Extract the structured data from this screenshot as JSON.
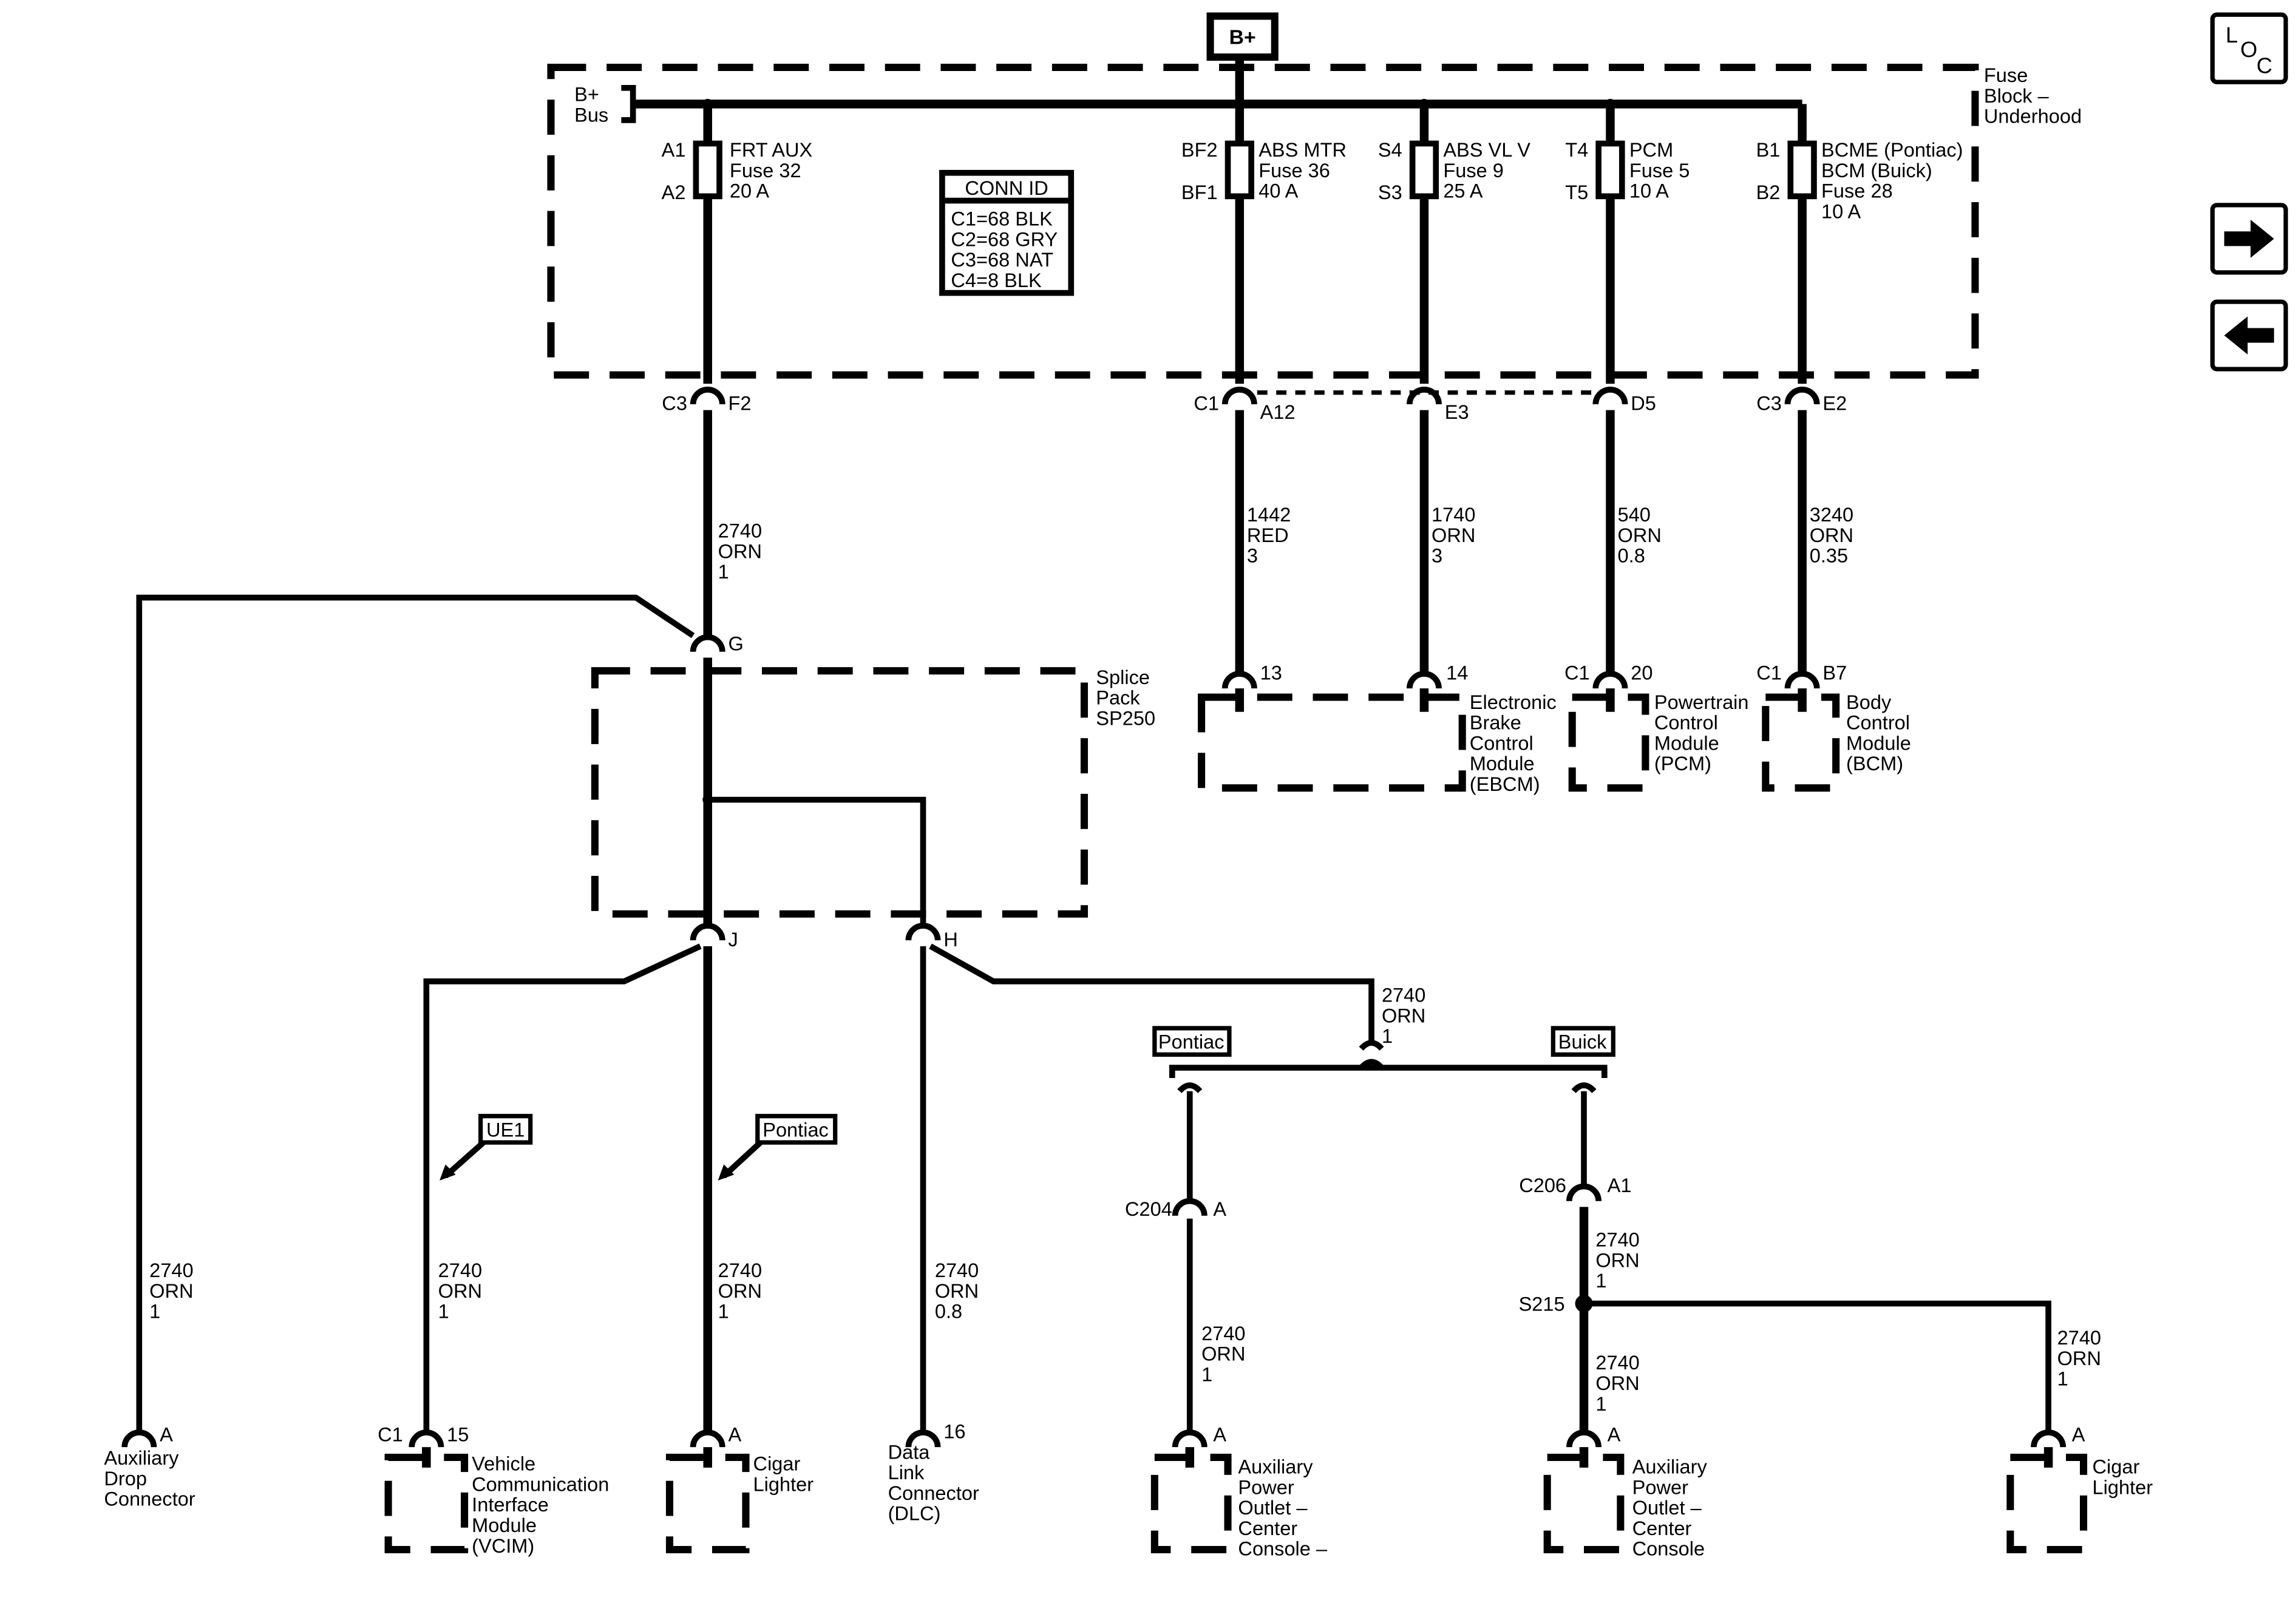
{
  "colors": {
    "line": "#000000",
    "background": "#ffffff"
  },
  "header": {
    "power_label": "B+"
  },
  "nav": {
    "loc": [
      "L",
      "O",
      "C"
    ],
    "next_icon": "arrow-right-icon",
    "prev_icon": "arrow-left-icon"
  },
  "fuse_block": {
    "title": [
      "Fuse",
      "Block –",
      "Underhood"
    ],
    "bus": [
      "B+",
      "Bus"
    ],
    "conn_id": {
      "title": "CONN ID",
      "rows": [
        "C1=68 BLK",
        "C2=68 GRY",
        "C3=68 NAT",
        "C4=8 BLK"
      ]
    },
    "fuses": [
      {
        "top_pin": "A1",
        "bottom_pin": "A2",
        "lines": [
          "FRT AUX",
          "Fuse 32",
          "20 A"
        ]
      },
      {
        "top_pin": "BF2",
        "bottom_pin": "BF1",
        "lines": [
          "ABS MTR",
          "Fuse 36",
          "40 A"
        ]
      },
      {
        "top_pin": "S4",
        "bottom_pin": "S3",
        "lines": [
          "ABS VL V",
          "Fuse 9",
          "25 A"
        ]
      },
      {
        "top_pin": "T4",
        "bottom_pin": "T5",
        "lines": [
          "PCM",
          "Fuse 5",
          "10 A"
        ]
      },
      {
        "top_pin": "B1",
        "bottom_pin": "B2",
        "lines": [
          "BCME (Pontiac)",
          "BCM (Buick)",
          "Fuse 28",
          "10 A"
        ]
      }
    ],
    "connectors": [
      {
        "conn": "C3",
        "pin": "F2"
      },
      {
        "conn": "C1",
        "pin": "A12"
      },
      {
        "conn": "",
        "pin": "E3"
      },
      {
        "conn": "",
        "pin": "D5"
      },
      {
        "conn": "C3",
        "pin": "E2"
      }
    ]
  },
  "wires": {
    "frt_aux": [
      "2740",
      "ORN",
      "1"
    ],
    "abs_mtr": [
      "1442",
      "RED",
      "3"
    ],
    "abs_vlv": [
      "1740",
      "ORN",
      "3"
    ],
    "pcm": [
      "540",
      "ORN",
      "0.8"
    ],
    "bcm": [
      "3240",
      "ORN",
      "0.35"
    ],
    "dlc_branch": [
      "2740",
      "ORN",
      "1"
    ],
    "aux_drop": [
      "2740",
      "ORN",
      "1"
    ],
    "vcim": [
      "2740",
      "ORN",
      "1"
    ],
    "cigar_pontiac": [
      "2740",
      "ORN",
      "1"
    ],
    "dlc": [
      "2740",
      "ORN",
      "0.8"
    ],
    "pontiac_outlet": [
      "2740",
      "ORN",
      "1"
    ],
    "buick_c206": [
      "2740",
      "ORN",
      "1"
    ],
    "buick_outlet": [
      "2740",
      "ORN",
      "1"
    ],
    "buick_cigar": [
      "2740",
      "ORN",
      "1"
    ]
  },
  "modules": {
    "ebcm": {
      "name": [
        "Electronic",
        "Brake",
        "Control",
        "Module",
        "(EBCM)"
      ],
      "pin_a": "13",
      "pin_b": "14"
    },
    "pcm": {
      "name": [
        "Powertrain",
        "Control",
        "Module",
        "(PCM)"
      ],
      "conn": "C1",
      "pin": "20"
    },
    "bcm": {
      "name": [
        "Body",
        "Control",
        "Module",
        "(BCM)"
      ],
      "conn": "C1",
      "pin": "B7"
    }
  },
  "splice": {
    "name": [
      "Splice",
      "Pack",
      "SP250"
    ],
    "in_pin": "G",
    "out_pin_j": "J",
    "out_pin_h": "H"
  },
  "options": {
    "ue1": "UE1",
    "pontiac_tag": "Pontiac",
    "pontiac": "Pontiac",
    "buick": "Buick"
  },
  "inline": {
    "c204": "C204",
    "c204_pin": "A",
    "c206": "C206",
    "c206_pin": "A1",
    "splice_s215": "S215"
  },
  "components": {
    "aux_drop": {
      "pin": "A",
      "name": [
        "Auxiliary",
        "Drop",
        "Connector"
      ]
    },
    "vcim": {
      "conn": "C1",
      "pin": "15",
      "name": [
        "Vehicle",
        "Communication",
        "Interface",
        "Module",
        "(VCIM)"
      ]
    },
    "cigar_pontiac": {
      "pin": "A",
      "name": [
        "Cigar",
        "Lighter"
      ]
    },
    "dlc": {
      "pin": "16",
      "name": [
        "Data",
        "Link",
        "Connector",
        "(DLC)"
      ]
    },
    "aux_outlet_pontiac": {
      "pin": "A",
      "name": [
        "Auxiliary",
        "Power",
        "Outlet –",
        "Center",
        "Console –"
      ]
    },
    "aux_outlet_buick": {
      "pin": "A",
      "name": [
        "Auxiliary",
        "Power",
        "Outlet –",
        "Center",
        "Console"
      ]
    },
    "cigar_buick": {
      "pin": "A",
      "name": [
        "Cigar",
        "Lighter"
      ]
    }
  }
}
